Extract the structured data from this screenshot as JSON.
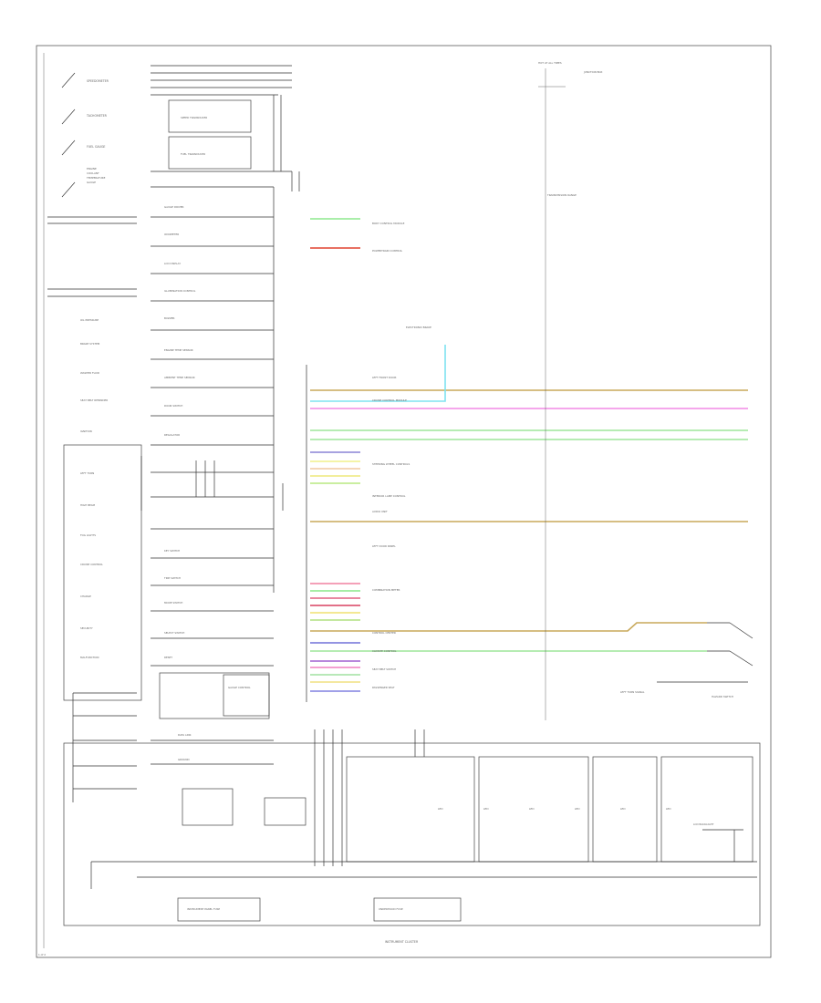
{
  "labels": {
    "speedometer": "SPEEDOMETER",
    "tachometer": "TACHOMETER",
    "fuel_gauge": "FUEL GAUGE",
    "coolant_l1": "ENGINE",
    "coolant_l2": "COOLANT",
    "coolant_l3": "TEMPERATURE",
    "coolant_l4": "GAUGE",
    "speed_transducer": "SPEED TRANSDUCER",
    "fuel_transducer": "FUEL TRANSDUCER",
    "oil_pressure": "OIL PRESSURE",
    "brake_fluid": "BRAKE SYSTEM",
    "washer_fluid": "WASHER FLUID",
    "seat_belt": "SEAT BELT REMINDER",
    "ignition": "IGNITION",
    "left_turn": "LEFT TURN",
    "high_beam": "HIGH BEAM",
    "fog": "FOG LIGHTS",
    "cruise": "CRUISE CONTROL",
    "charge": "CHARGE",
    "security": "SECURITY",
    "malfunction": "MALFUNCTION",
    "gauge_driver": "GAUGE DRIVER",
    "odometer": "ODOMETER",
    "lcd_display": "LCD DISPLAY",
    "illumination_control": "ILLUMINATION CONTROL",
    "buzzer": "BUZZER",
    "engine_temp_sensor": "ENGINE TEMP SENSOR",
    "ambient_temp_sensor": "AMBIENT TEMP SENSOR",
    "door_switch": "DOOR SWITCH",
    "regulator": "REGULATOR",
    "key_switch": "KEY SWITCH",
    "trip_switch": "TRIP SWITCH",
    "mode_switch": "MODE SWITCH",
    "select_switch": "SELECT SWITCH",
    "reset": "RESET",
    "gauge_control": "GAUGE CONTROL",
    "data_link": "DATA LINK",
    "ground": "GROUND",
    "hot_at_all_times": "HOT AT ALL TIMES",
    "junction_box": "JUNCTION BOX",
    "transmission_range": "TRANSMISSION RANGE",
    "body_control_module": "BODY CONTROL MODULE",
    "powertrain_control": "POWERTRAIN CONTROL",
    "electronic_brake": "ELECTRONIC BRAKE",
    "left_front_door": "LEFT FRONT DOOR",
    "cruise_control_module": "CRUISE CONTROL MODULE",
    "steering_wheel_controls": "STEERING WHEEL CONTROLS",
    "interior_lamp_control": "INTERIOR LAMP CONTROL",
    "audio_unit": "AUDIO UNIT",
    "left_door_panel": "LEFT DOOR PANEL",
    "combination_meter": "COMBINATION METER",
    "yellow_control_center": "CONTROL CENTER",
    "climate_control": "CLIMATE CONTROL",
    "seat_belt_switch": "SEAT BELT SWITCH",
    "passenger_seat": "PASSENGER SEAT",
    "hazard_switch": "HAZARD SWITCH",
    "left_turn_signal": "LEFT TURN SIGNAL",
    "instrument_panel_fuse": "INSTRUMENT PANEL FUSE",
    "underhood_fuse": "UNDERHOOD FUSE",
    "led": "LED",
    "lcd_backlight": "LCD BACKLIGHT",
    "diagram_title": "INSTRUMENT CLUSTER",
    "page_id": "1 of 2"
  },
  "colors": {
    "wire_tan": "#c8a85a",
    "wire_pink": "#f28ae6",
    "wire_green": "#9ee69a",
    "wire_cyan": "#7fe3f0",
    "wire_red": "#e0402f",
    "wire_blue": "#8a84d6"
  }
}
